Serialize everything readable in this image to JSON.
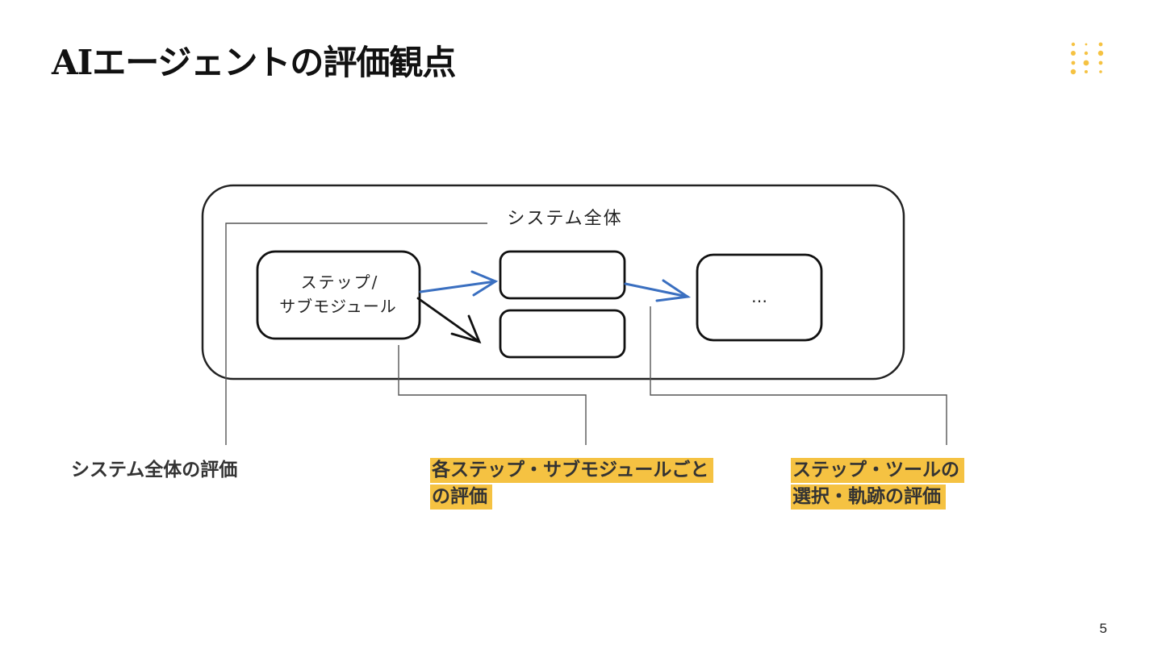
{
  "slide": {
    "title": "AIエージェントの評価観点",
    "page_number": "5",
    "logo_icon": "yellow-dot-grid-logo",
    "accent_color": "#F5C242"
  },
  "diagram": {
    "system_label": "システム全体",
    "step_box_line1": "ステップ/",
    "step_box_line2": "サブモジュール",
    "ellipsis_box_label": "…",
    "arrow_color_blue": "#3A6FC0",
    "arrow_color_black": "#111111"
  },
  "captions": {
    "system": "システム全体の評価",
    "step_line1": "各ステップ・サブモジュールごと",
    "step_line2": "の評価",
    "trajectory_line1": "ステップ・ツールの",
    "trajectory_line2": "選択・軌跡の評価"
  }
}
